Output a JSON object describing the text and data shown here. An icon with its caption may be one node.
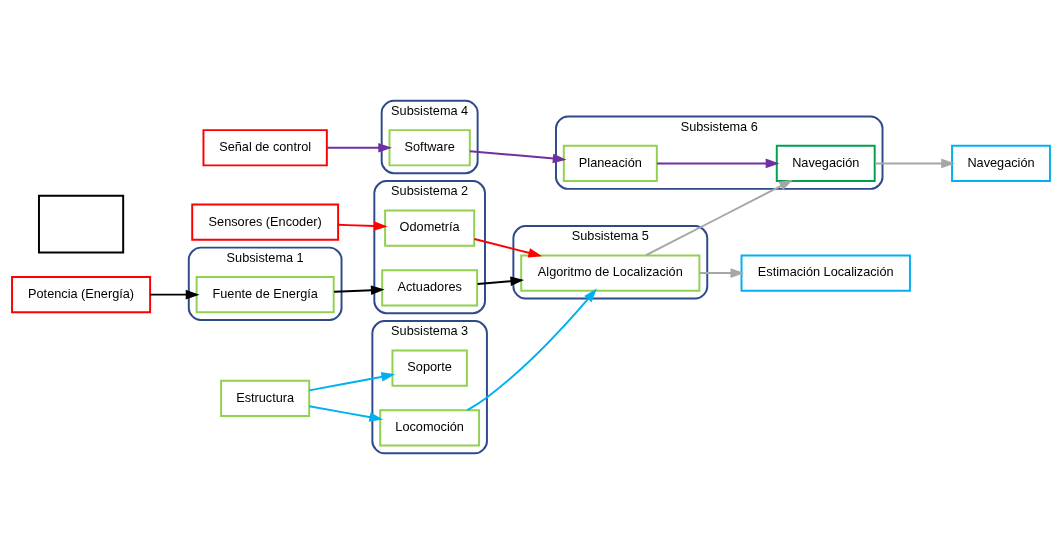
{
  "diagram": {
    "nodes": [
      {
        "text": [
          "Potencia (Energía)"
        ]
      },
      {
        "text": [
          "Sensores (Encoder)"
        ]
      },
      {
        "text": [
          "Estructura"
        ]
      },
      {
        "text": [
          "Señal de control"
        ]
      },
      {
        "text": [
          "Subsistema 1"
        ]
      },
      {
        "text": [
          "Fuente de Energía"
        ],
        "in": 4
      },
      {
        "text": [
          "Subsistema 2"
        ]
      },
      {
        "text": [
          "Actuadores"
        ],
        "in": 6
      },
      {
        "text": [
          "Odometría"
        ],
        "in": 6
      },
      {
        "text": [
          "Subsistema 3"
        ]
      },
      {
        "text": [
          "Soporte"
        ],
        "in": 9
      },
      {
        "text": [
          "Locomoción"
        ],
        "in": 9
      },
      {
        "text": [
          "Subsistema 4"
        ]
      },
      {
        "text": [
          "Software"
        ],
        "in": 12
      },
      {
        "text": [
          "Subsistema 5"
        ]
      },
      {
        "text": [
          "Algoritmo de Localización"
        ],
        "in": 14
      },
      {
        "text": [
          "Subsistema 6"
        ]
      },
      {
        "text": [
          "Navegación"
        ],
        "in": 16
      },
      {
        "text": [
          "Planeación"
        ],
        "in": 16
      },
      {
        "text": [
          "Estimación Localización"
        ]
      },
      {
        "text": [
          "Navegación"
        ]
      },
      {
        "text": [],
        "shape": "box"
      }
    ],
    "edges": [
      {
        "from": 0,
        "to": 5,
        "arrow": "to",
        "color": "#000000"
      },
      {
        "from": 5,
        "to": 7,
        "arrow": "to",
        "color": "#000000"
      },
      {
        "from": 7,
        "to": 15,
        "arrow": "to",
        "color": "#000000"
      },
      {
        "from": 1,
        "to": 8,
        "arrow": "to",
        "color": "#ff0000"
      },
      {
        "from": 8,
        "to": 15,
        "arrow": "to",
        "color": "#ff0000"
      },
      {
        "from": 2,
        "to": 10,
        "arrow": "to",
        "color": "#00b0f0"
      },
      {
        "from": 2,
        "to": 11,
        "arrow": "to",
        "color": "#00b0f0"
      },
      {
        "from": 11,
        "to": 15,
        "arrow": "to",
        "color": "#00b0f0"
      },
      {
        "from": 3,
        "to": 13,
        "arrow": "to",
        "color": "#7030a0"
      },
      {
        "from": 13,
        "to": 18,
        "arrow": "to",
        "color": "#7030a0"
      },
      {
        "from": 18,
        "to": 17,
        "arrow": "to",
        "color": "#7030a0"
      },
      {
        "from": 15,
        "to": 19,
        "arrow": "to",
        "color": "#a6a6a6"
      },
      {
        "from": 15,
        "to": 17,
        "arrow": "to",
        "color": "#a6a6a6"
      },
      {
        "from": 17,
        "to": 20,
        "arrow": "to",
        "color": "#a6a6a6"
      }
    ]
  }
}
